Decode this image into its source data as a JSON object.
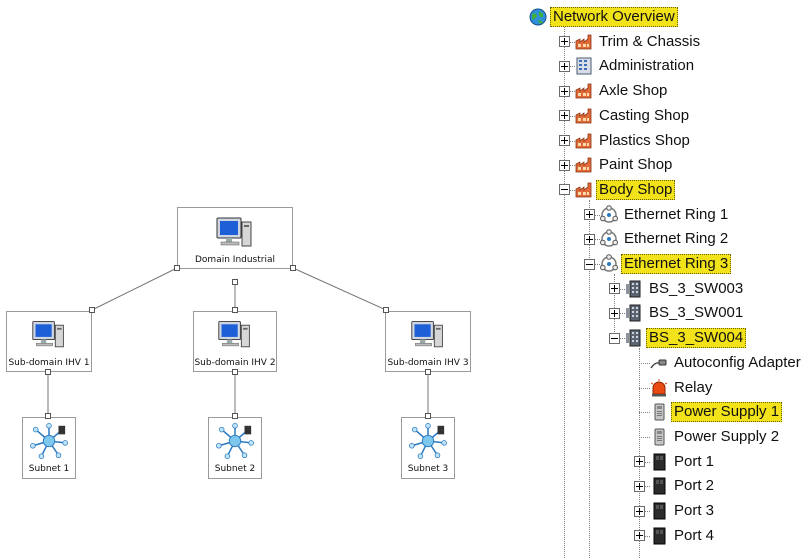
{
  "diagram": {
    "root": {
      "label": "Domain Industrial",
      "icon": "computer-icon"
    },
    "subdomains": [
      {
        "label": "Sub-domain IHV 1",
        "icon": "computer-icon"
      },
      {
        "label": "Sub-domain IHV 2",
        "icon": "computer-icon"
      },
      {
        "label": "Sub-domain IHV 3",
        "icon": "computer-icon"
      }
    ],
    "subnets": [
      {
        "label": "Subnet 1",
        "icon": "network-hub-icon"
      },
      {
        "label": "Subnet 2",
        "icon": "network-hub-icon"
      },
      {
        "label": "Subnet 3",
        "icon": "network-hub-icon"
      }
    ]
  },
  "tree": {
    "root": {
      "label": "Network Overview",
      "icon": "globe-icon",
      "selected": true
    },
    "items": [
      {
        "label": "Trim & Chassis",
        "icon": "factory-icon",
        "expander": "plus"
      },
      {
        "label": "Administration",
        "icon": "office-building-icon",
        "expander": "plus"
      },
      {
        "label": "Axle Shop",
        "icon": "factory-icon",
        "expander": "plus"
      },
      {
        "label": "Casting Shop",
        "icon": "factory-icon",
        "expander": "plus"
      },
      {
        "label": "Plastics Shop",
        "icon": "factory-icon",
        "expander": "plus"
      },
      {
        "label": "Paint Shop",
        "icon": "factory-icon",
        "expander": "plus"
      },
      {
        "label": "Body Shop",
        "icon": "factory-icon",
        "expander": "minus",
        "selected": true
      },
      {
        "label": "Ethernet Ring 1",
        "icon": "ring-icon",
        "expander": "plus"
      },
      {
        "label": "Ethernet Ring 2",
        "icon": "ring-icon",
        "expander": "plus"
      },
      {
        "label": "Ethernet Ring 3",
        "icon": "ring-icon",
        "expander": "minus",
        "selected": true
      },
      {
        "label": "BS_3_SW003",
        "icon": "switch-icon",
        "expander": "plus"
      },
      {
        "label": "BS_3_SW001",
        "icon": "switch-icon",
        "expander": "plus"
      },
      {
        "label": "BS_3_SW004",
        "icon": "switch-icon",
        "expander": "minus",
        "selected": true
      },
      {
        "label": "Autoconfig Adapter",
        "icon": "adapter-icon"
      },
      {
        "label": "Relay",
        "icon": "relay-light-icon"
      },
      {
        "label": "Power Supply 1",
        "icon": "power-supply-icon",
        "selected": true
      },
      {
        "label": "Power Supply 2",
        "icon": "power-supply-icon"
      },
      {
        "label": "Port 1",
        "icon": "port-icon",
        "expander": "plus"
      },
      {
        "label": "Port 2",
        "icon": "port-icon",
        "expander": "plus"
      },
      {
        "label": "Port 3",
        "icon": "port-icon",
        "expander": "plus"
      },
      {
        "label": "Port 4",
        "icon": "port-icon",
        "expander": "plus"
      }
    ]
  },
  "colors": {
    "selection": "#f2e21a",
    "connector": "#777777"
  }
}
